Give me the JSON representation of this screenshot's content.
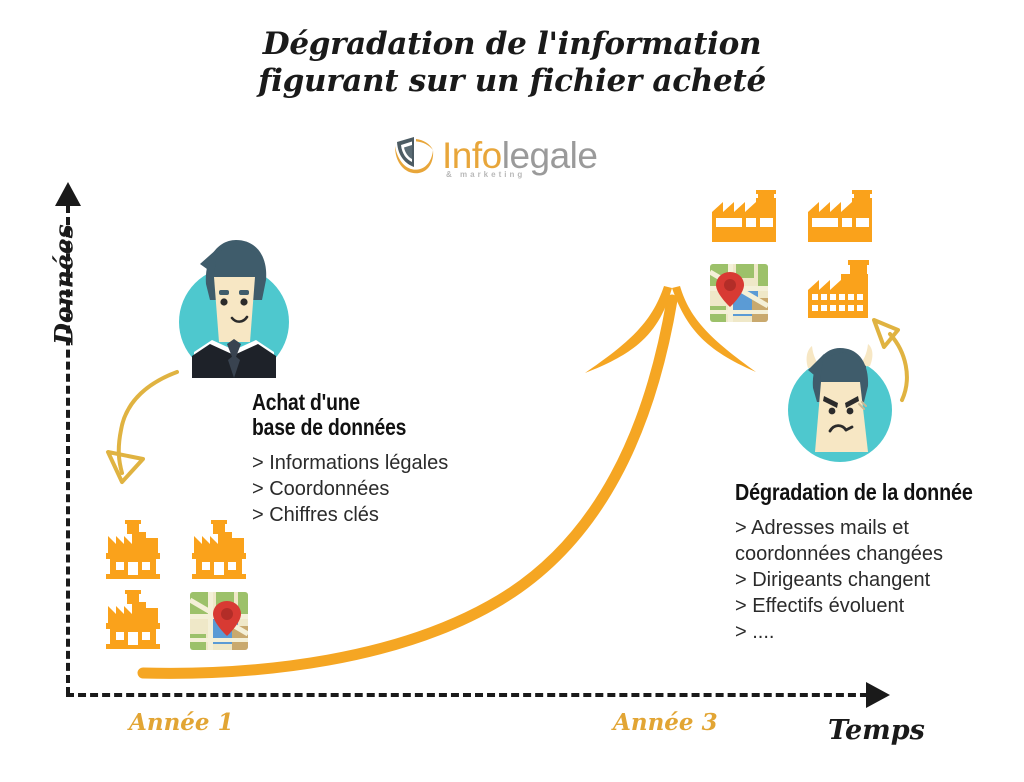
{
  "title": {
    "line1": "Dégradation de l'information",
    "line2": "figurant sur un fichier acheté"
  },
  "logo": {
    "part_orange": "Info",
    "part_gray": "legale",
    "tagline": "& marketing",
    "mark_icon": "shield-swoosh-icon",
    "color_orange": "#E8A63A",
    "color_gray": "#9a9a9a"
  },
  "axes": {
    "y_label": "Données",
    "x_label": "Temps",
    "ticks": [
      {
        "label": "Année 1"
      },
      {
        "label": "Année 3"
      }
    ],
    "axis_color": "#1a1a1a",
    "tick_color": "#E2A534"
  },
  "left_block": {
    "heading_line1": "Achat d'une",
    "heading_line2": "base de données",
    "bullets": [
      "> Informations légales",
      "> Coordonnées",
      "> Chiffres clés"
    ]
  },
  "right_block": {
    "heading": "Dégradation de la donnée",
    "bullets": [
      "> Adresses mails et",
      "coordonnées changées",
      "> Dirigeants changent",
      "> Effectifs évoluent",
      "> ...."
    ]
  },
  "avatars": {
    "happy": {
      "name": "happy-businessman-avatar",
      "circle_color": "#4EC8CE",
      "hair_color": "#3F5C6B",
      "skin_color": "#F7E7C4",
      "suit_color": "#1E2229"
    },
    "angry": {
      "name": "angry-devil-avatar",
      "circle_color": "#4EC8CE",
      "hair_color": "#3F5C6B",
      "skin_color": "#F7E7C4",
      "horn_color": "#F7E7C4"
    }
  },
  "icons": {
    "factory_color": "#FAA21B",
    "map_pin_color": "#D83A33",
    "left_group": [
      "factory-sawtooth-icon",
      "factory-sawtooth-icon",
      "factory-sawtooth-icon",
      "map-tile-icon"
    ],
    "right_group": [
      "factory-band-icon",
      "factory-band-icon",
      "map-tile-icon",
      "factory-grid-icon"
    ]
  },
  "arrows": {
    "growth_curve": {
      "name": "growth-curve-arrow",
      "color": "#F5A623"
    },
    "small_down": {
      "name": "curved-down-arrow",
      "color": "#E0B341"
    },
    "small_up": {
      "name": "curved-up-arrow",
      "color": "#E0B341"
    }
  }
}
